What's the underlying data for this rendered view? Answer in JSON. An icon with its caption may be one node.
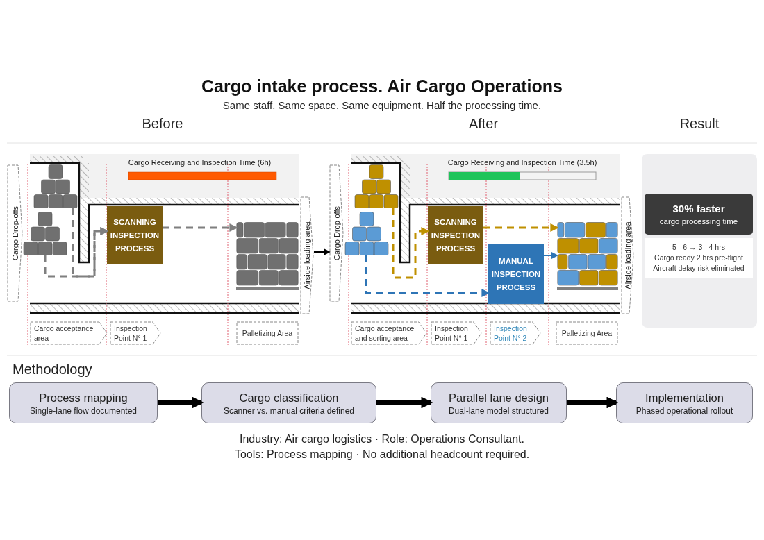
{
  "diagram": {
    "title": "Cargo intake process. Air Cargo Operations",
    "nodes": [
      {
        "text": [
          "Before"
        ]
      },
      {
        "text": [
          "Cargo Drop-offs"
        ]
      },
      {
        "text": [],
        "shape": "box",
        "in": 0
      },
      {
        "text": [],
        "shape": "box",
        "in": 0
      },
      {
        "text": [
          "SCANNING INSPECTION PROCESS"
        ],
        "in": 0
      },
      {
        "text": [],
        "shape": "box",
        "in": 0
      },
      {
        "text": [
          "Airside loading area"
        ]
      },
      {
        "text": [
          "Cargo acceptance area"
        ],
        "in": 0
      },
      {
        "text": [
          "Inspection Point N° 1"
        ],
        "in": 0
      },
      {
        "text": [
          "Palletizing Area"
        ],
        "in": 0
      },
      {
        "text": [
          "After"
        ]
      },
      {
        "text": [
          "Cargo Drop-offs"
        ]
      },
      {
        "text": [],
        "shape": "box",
        "in": 10
      },
      {
        "text": [],
        "shape": "box",
        "in": 10
      },
      {
        "text": [
          "SCANNING INSPECTION PROCESS"
        ],
        "in": 10
      },
      {
        "text": [
          "MANUAL INSPECTION PROCESS"
        ],
        "in": 10
      },
      {
        "text": [],
        "shape": "box",
        "in": 10
      },
      {
        "text": [
          "Airside loading area"
        ]
      },
      {
        "text": [
          "Cargo acceptance and sorting area"
        ],
        "in": 10
      },
      {
        "text": [
          "Inspection Point N° 1"
        ],
        "in": 10
      },
      {
        "text": [
          "Inspection Point N° 2"
        ],
        "in": 10
      },
      {
        "text": [
          "Palletizing Area"
        ],
        "in": 10
      },
      {
        "text": [
          "Result"
        ]
      },
      {
        "text": [
          "30% faster",
          "cargo processing time"
        ],
        "in": 22
      },
      {
        "text": [
          "5 - 6 → 3 - 4 hrs",
          "Cargo ready 2 hrs pre-flight",
          "Aircraft delay risk eliminated"
        ],
        "in": 22
      },
      {
        "text": [
          "Process mapping",
          "Single-lane flow documented"
        ]
      },
      {
        "text": [
          "Cargo classification",
          "Scanner vs. manual criteria defined"
        ]
      },
      {
        "text": [
          "Parallel lane design",
          "Dual-lane model structured"
        ]
      },
      {
        "text": [
          "Implementation",
          "Phased operational rollout"
        ]
      }
    ],
    "edges": [
      {
        "from": 2,
        "to": 4,
        "arrow": "to",
        "style": "dashed",
        "color": "#7f7f7f"
      },
      {
        "from": 3,
        "to": 4,
        "arrow": "to",
        "style": "dashed",
        "color": "#7f7f7f"
      },
      {
        "from": 4,
        "to": 5,
        "arrow": "to",
        "style": "dashed",
        "color": "#7f7f7f"
      },
      {
        "from": 6,
        "to": 11,
        "arrow": "to"
      },
      {
        "from": 12,
        "to": 14,
        "arrow": "to",
        "style": "dashed",
        "color": "#bf9000"
      },
      {
        "from": 14,
        "to": 16,
        "arrow": "to",
        "style": "dashed",
        "color": "#bf9000"
      },
      {
        "from": 13,
        "to": 15,
        "arrow": "to",
        "style": "dashed",
        "color": "#2e75b6"
      },
      {
        "from": 15,
        "to": 16,
        "arrow": "to",
        "color": "#2e75b6"
      },
      {
        "from": 25,
        "to": 26,
        "arrow": "to",
        "style": "thick"
      },
      {
        "from": 26,
        "to": 27,
        "arrow": "to",
        "style": "thick"
      },
      {
        "from": 27,
        "to": 28,
        "arrow": "to",
        "style": "thick"
      }
    ],
    "labels": [
      "Same staff. Same space. Same equipment. Half the processing time.",
      "Cargo Receiving and Inspection Time (6h)",
      "Cargo Receiving and Inspection Time (3.5h)",
      "Methodology",
      "Industry: Air cargo logistics · Role: Operations Consultant.",
      "Tools: Process mapping · No additional headcount required."
    ]
  }
}
